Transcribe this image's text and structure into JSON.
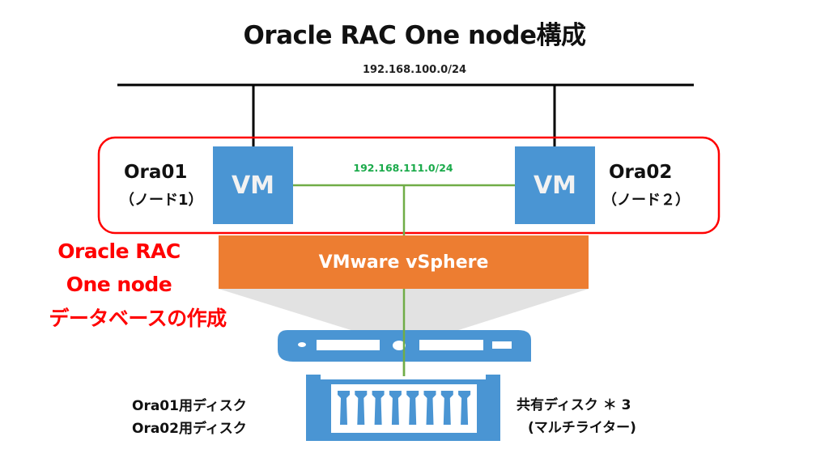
{
  "title": "Oracle RAC One node構成",
  "networks": {
    "public": {
      "label": "192.168.100.0/24",
      "color": "#000000"
    },
    "interconnect": {
      "label": "192.168.111.0/24",
      "color": "#1aaa4a",
      "line_color": "#70ad47"
    }
  },
  "nodes": [
    {
      "vm_label": "VM",
      "name": "Ora01",
      "role": "（ノード1）"
    },
    {
      "vm_label": "VM",
      "name": "Ora02",
      "role": "（ノード２）"
    }
  ],
  "hypervisor": {
    "label": "VMware vSphere",
    "color": "#ed7d31"
  },
  "cluster_box_color": "#ff0000",
  "annotation": {
    "lines": [
      "Oracle RAC",
      "One node",
      "データベースの作成"
    ],
    "color": "#ff0000"
  },
  "storage": {
    "local_disks": [
      "Ora01用ディスク",
      "Ora02用ディスク"
    ],
    "shared_disks": [
      "共有ディスク ＊ 3",
      "(マルチライター)"
    ],
    "color": "#4a95d3"
  }
}
